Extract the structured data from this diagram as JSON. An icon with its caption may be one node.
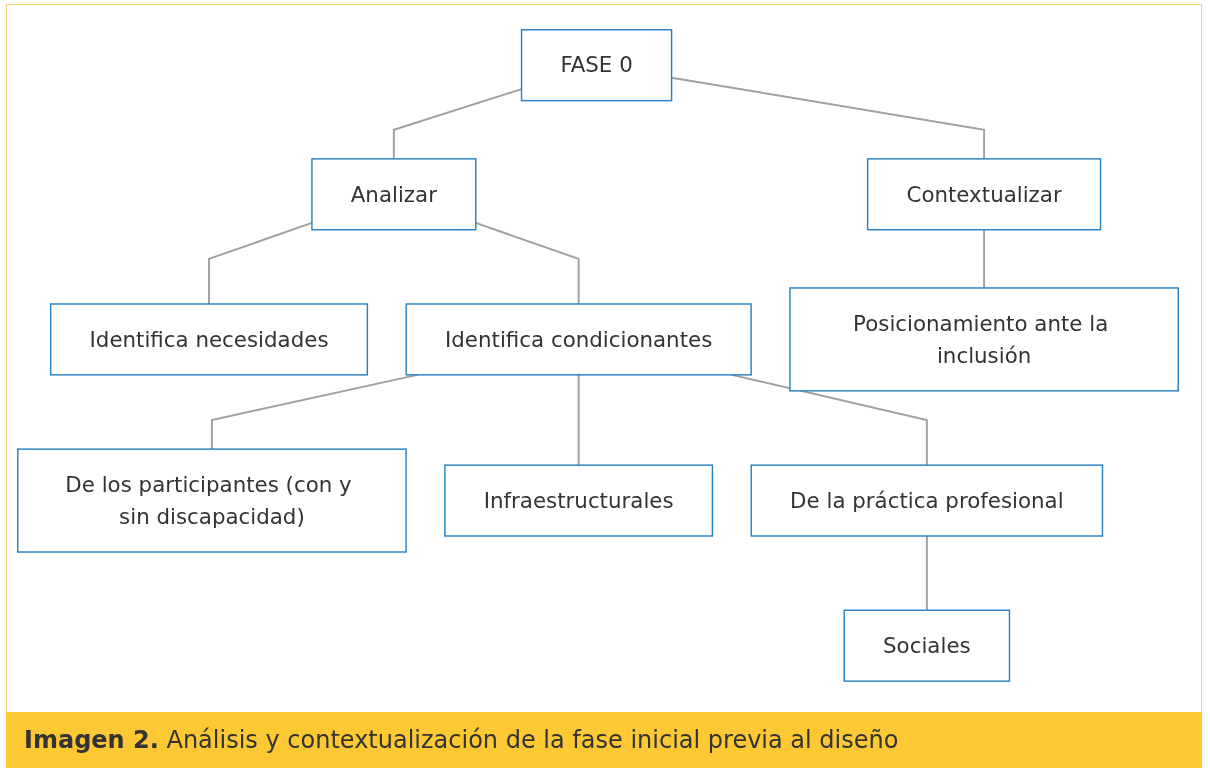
{
  "diagram": {
    "caption": "**Imagen 2.** Análisis y contextualización de la fase inicial previa al diseño",
    "nodes": [
      {
        "text": [
          "FASE 0"
        ]
      },
      {
        "text": [
          "Analizar"
        ]
      },
      {
        "text": [
          "Contextualizar"
        ]
      },
      {
        "text": [
          "Identifica necesidades"
        ]
      },
      {
        "text": [
          "Identifica condicionantes"
        ]
      },
      {
        "text": [
          "Posicionamiento ante la inclusión"
        ]
      },
      {
        "text": [
          "De los participantes (con y sin discapacidad)"
        ]
      },
      {
        "text": [
          "Infraestructurales"
        ]
      },
      {
        "text": [
          "De la práctica profesional"
        ]
      },
      {
        "text": [
          "Sociales"
        ]
      }
    ],
    "edges": [
      {
        "from": 0,
        "to": 1,
        "arrow": "none"
      },
      {
        "from": 0,
        "to": 2,
        "arrow": "none"
      },
      {
        "from": 1,
        "to": 3,
        "arrow": "none"
      },
      {
        "from": 1,
        "to": 4,
        "arrow": "none"
      },
      {
        "from": 2,
        "to": 5,
        "arrow": "none"
      },
      {
        "from": 4,
        "to": 6,
        "arrow": "none"
      },
      {
        "from": 4,
        "to": 7,
        "arrow": "none"
      },
      {
        "from": 4,
        "to": 8,
        "arrow": "none"
      },
      {
        "from": 8,
        "to": 9,
        "arrow": "none"
      }
    ]
  }
}
